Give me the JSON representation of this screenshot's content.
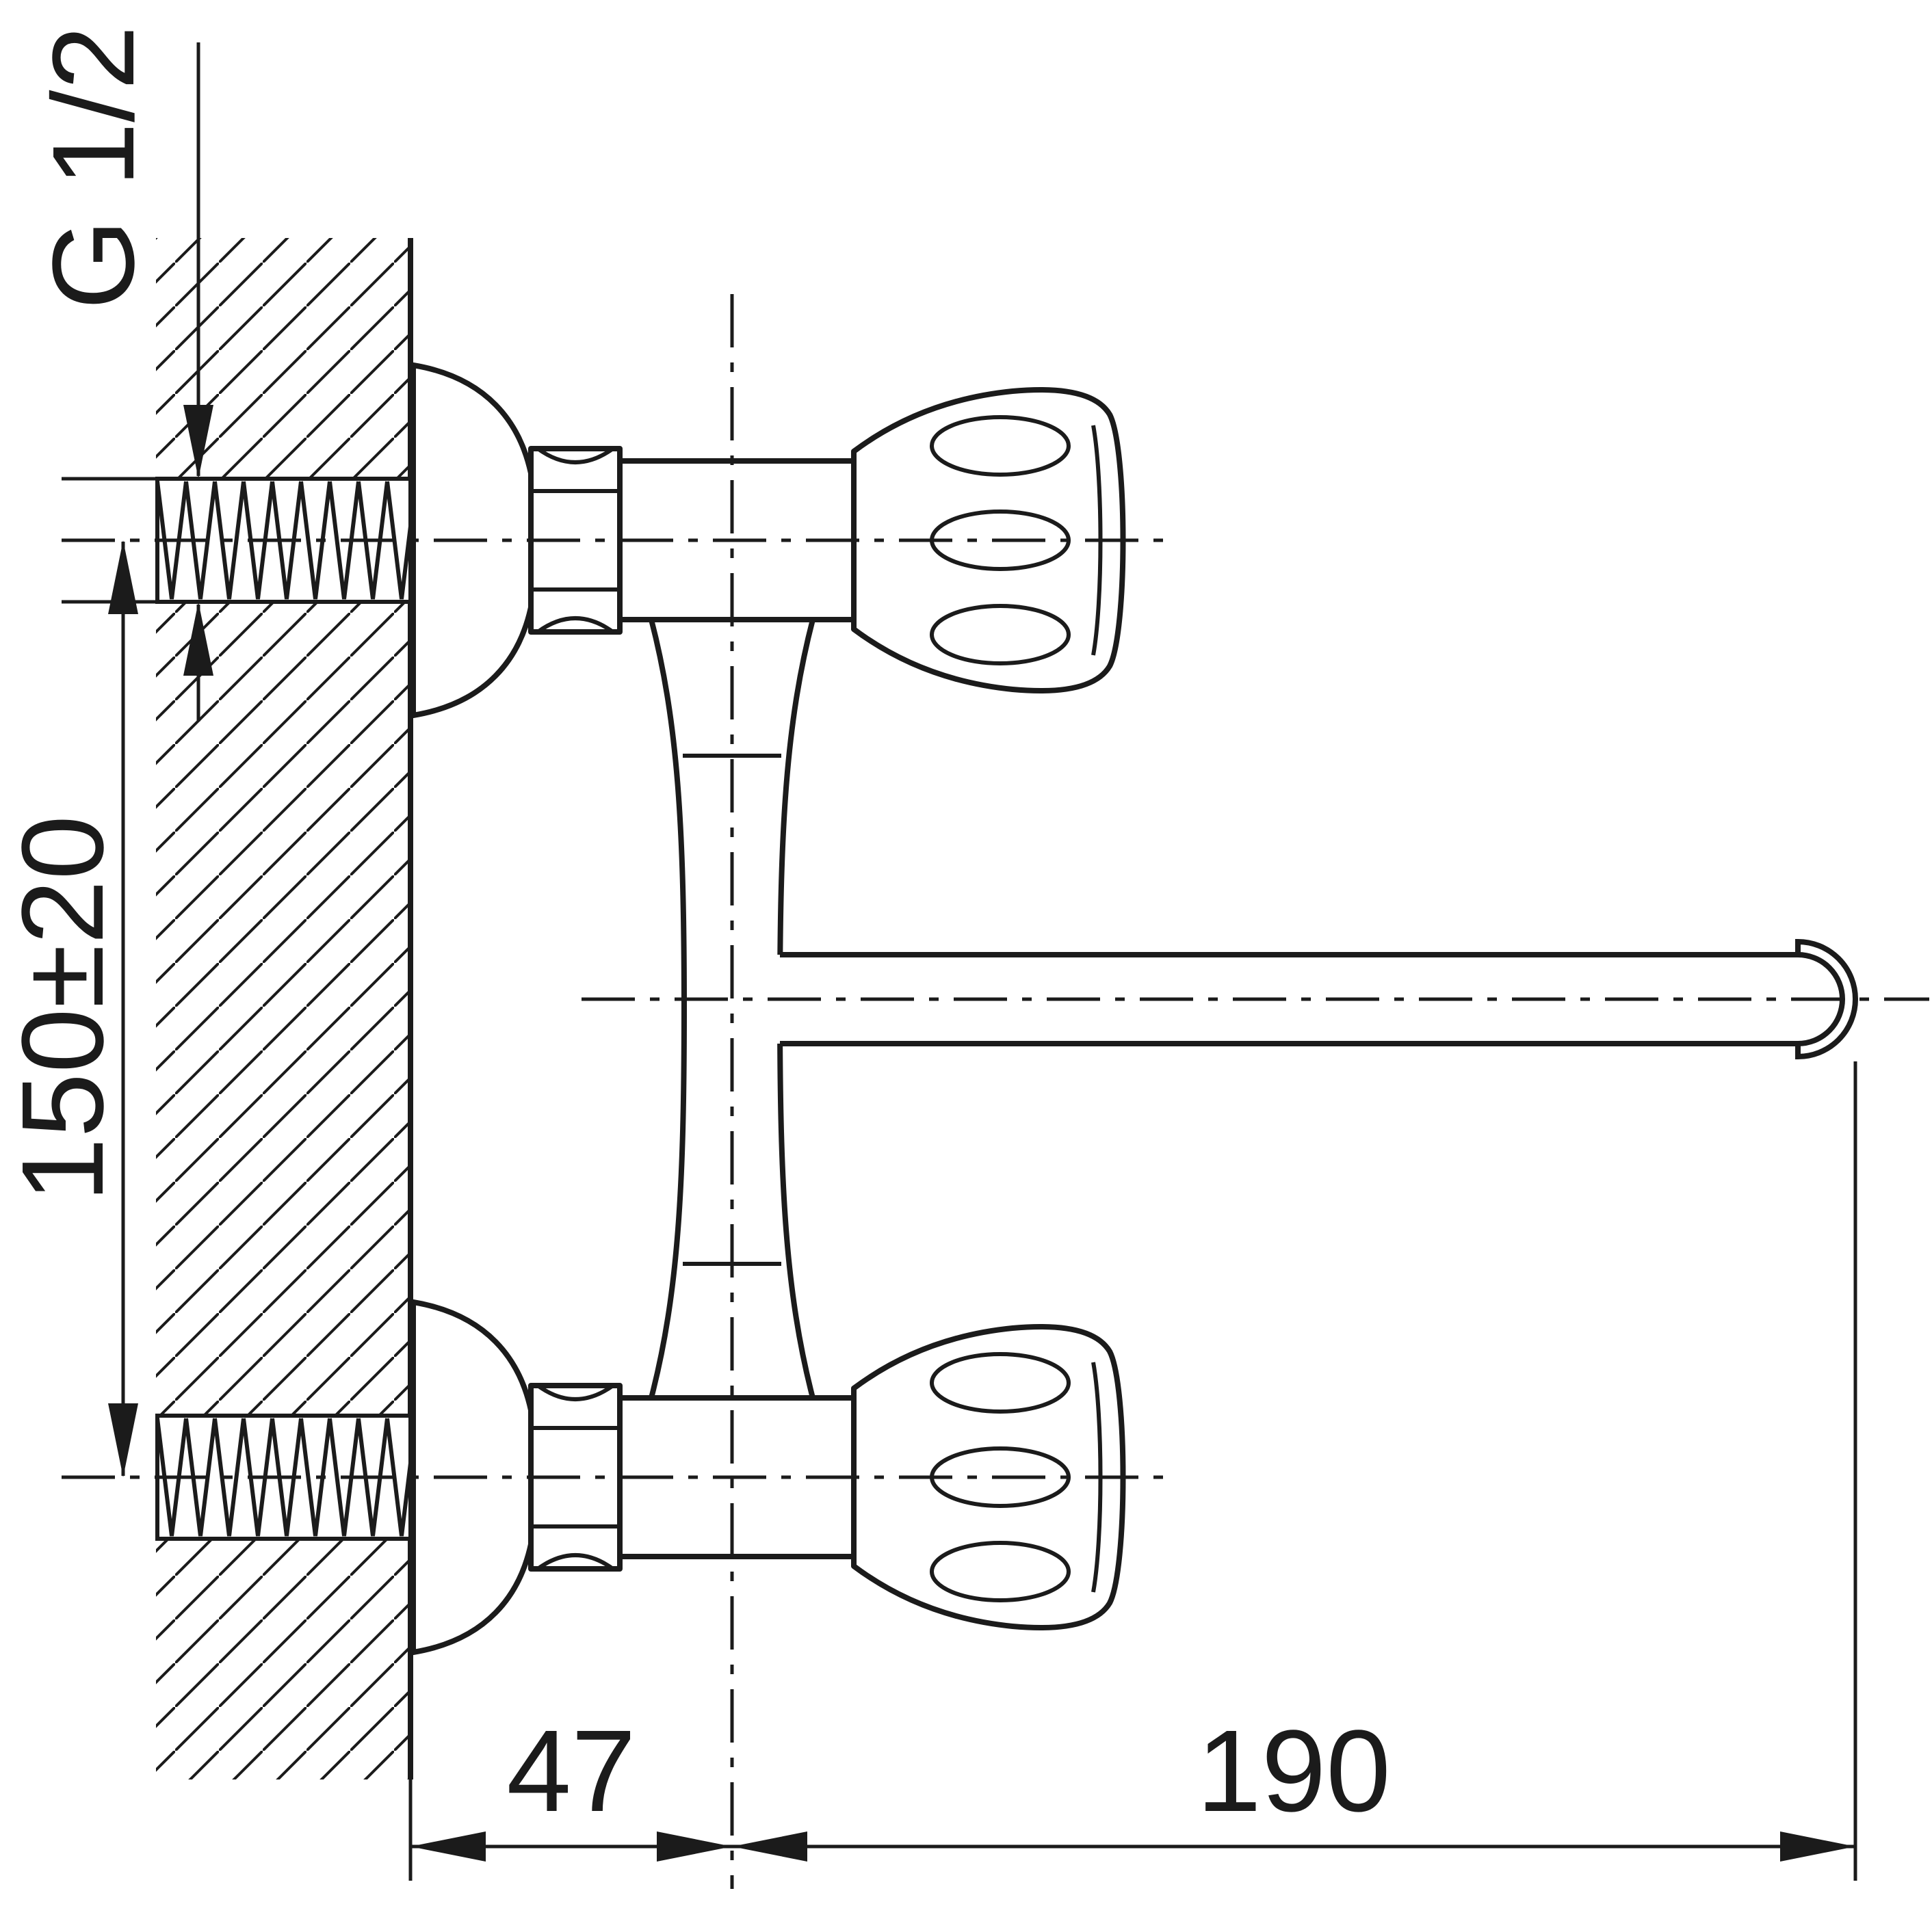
{
  "colors": {
    "line": "#1b1b1b",
    "background": "#ffffff"
  },
  "drawing": {
    "labels": {
      "thread_size": "G 1/2",
      "center_distance": "150±20",
      "wall_to_axis": "47",
      "spout_length": "190"
    }
  }
}
